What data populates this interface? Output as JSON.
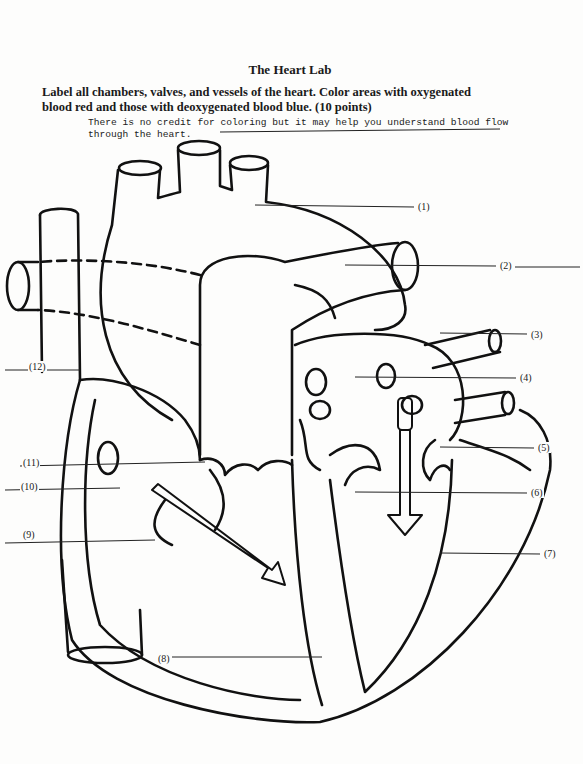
{
  "diagram": {
    "title": "The Heart Lab",
    "labels": [
      "Label all chambers, valves, and vessels of the heart. Color areas with oxygenated blood red and those with deoxygenated blood blue. (10 points)",
      "There is no credit for coloring but it may help you understand blood flow through the heart.",
      "(1)",
      "(2)",
      "(3)",
      "(4)",
      "(5)",
      "(6)",
      "(7)",
      "(8)",
      "(9)",
      "(10)",
      "(11)",
      "(12)"
    ]
  }
}
